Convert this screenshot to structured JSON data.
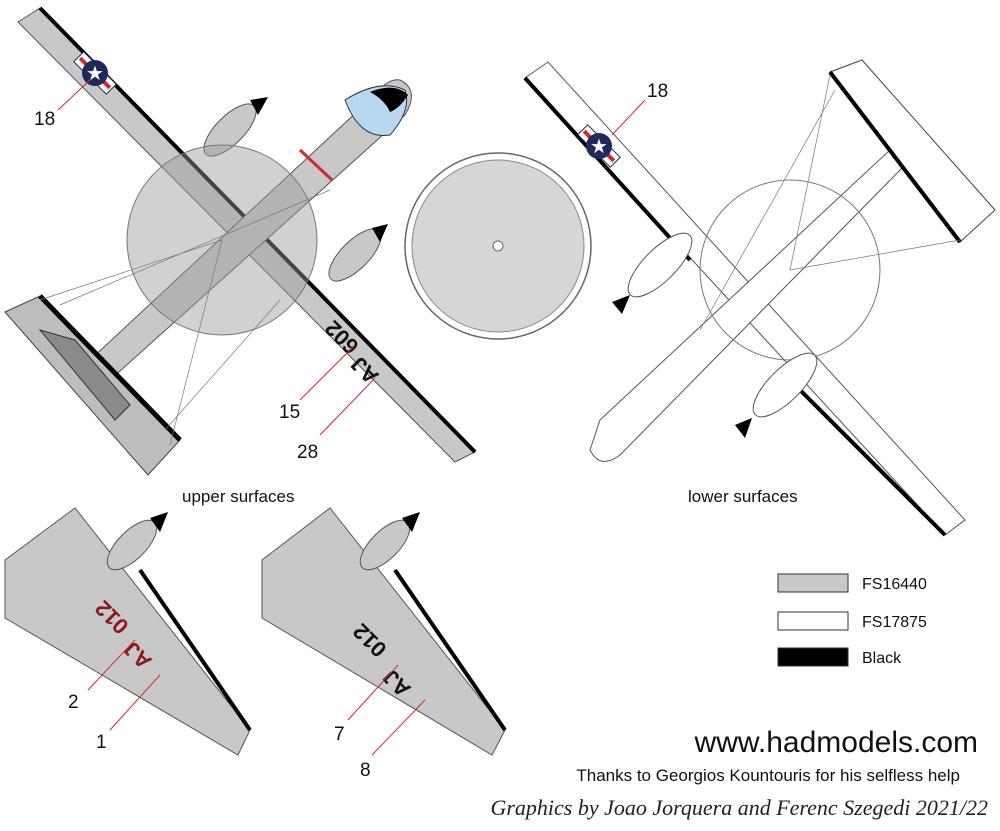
{
  "views": {
    "upper_label": "upper surfaces",
    "lower_label": "lower surfaces"
  },
  "callouts": {
    "upper": [
      "18",
      "15",
      "28"
    ],
    "lower": [
      "18"
    ],
    "wing_a": [
      "2",
      "1"
    ],
    "wing_b": [
      "7",
      "8"
    ]
  },
  "codes": {
    "upper": [
      "AJ",
      "602"
    ],
    "wing_a": [
      "AJ",
      "012"
    ],
    "wing_b": [
      "AJ",
      "012"
    ]
  },
  "legend": [
    {
      "label": "FS16440",
      "color": "#c8c8c8"
    },
    {
      "label": "FS17875",
      "color": "#ffffff"
    },
    {
      "label": "Black",
      "color": "#000000"
    }
  ],
  "footer": {
    "url": "www.hadmodels.com",
    "thanks": "Thanks to Georgios Kountouris for his selfless help",
    "credit": "Graphics by  Joao Jorquera and Ferenc Szegedi  2021/22"
  },
  "colors": {
    "upper_gray": "#c8c8c8",
    "dark_gray": "#8a8a8a",
    "black": "#000000",
    "red_line": "#d62828",
    "insignia_blue": "#1f2a5a",
    "code_red": "#8b1a1a"
  }
}
